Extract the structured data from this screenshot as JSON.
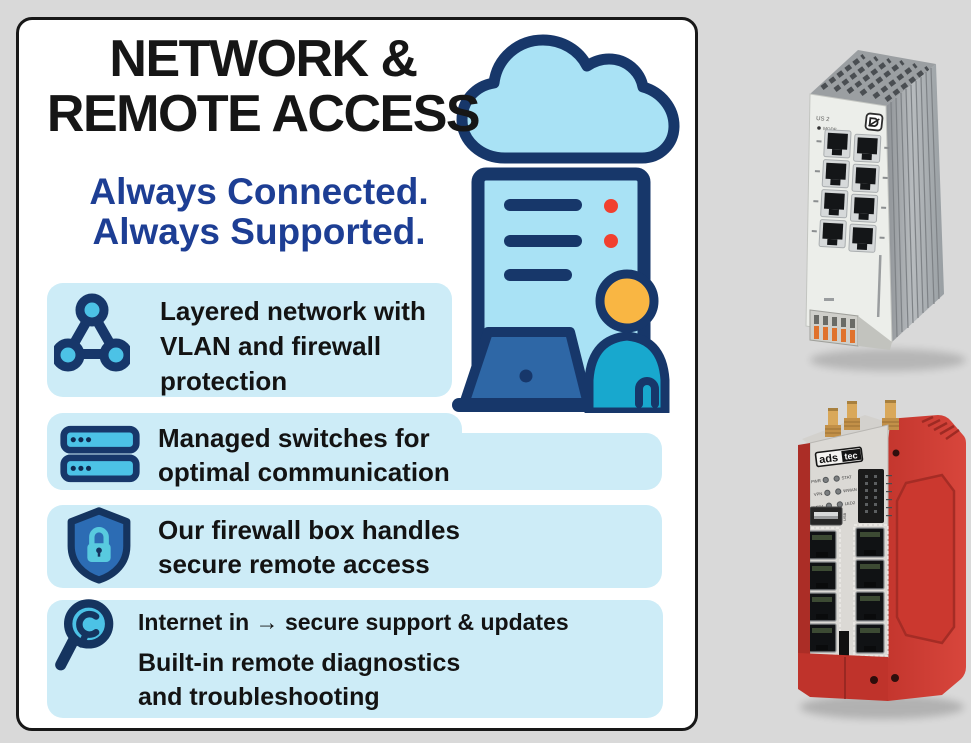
{
  "card": {
    "title": {
      "line1": "NETWORK &",
      "line2": "REMOTE ACCESS"
    },
    "subtitle": {
      "line1": "Always Connected.",
      "line2": "Always Supported."
    },
    "features": [
      {
        "icon": "network-nodes-icon",
        "lines": [
          "Layered network with",
          "VLAN and firewall",
          "protection"
        ]
      },
      {
        "icon": "managed-switch-icon",
        "lines": [
          "Managed switches for",
          "optimal communication"
        ]
      },
      {
        "icon": "shield-lock-icon",
        "lines": [
          "Our firewall box handles",
          "secure remote access"
        ]
      },
      {
        "icon": "diagnostics-magnifier-icon",
        "lines": [
          "Internet in → secure support & updates",
          "Built-in remote diagnostics",
          "and troubleshooting"
        ]
      }
    ],
    "illustration_icons": [
      "cloud-icon",
      "server-panel-icon",
      "laptop-icon",
      "support-person-icon"
    ]
  },
  "devices": {
    "switch": {
      "name": "din-rail-managed-switch-photo",
      "labels": {
        "top": "US 2",
        "mode": "MODE"
      }
    },
    "router": {
      "name": "industrial-firewall-router-photo",
      "logo_ads": "ads",
      "logo_tec": "tec",
      "led_labels": [
        "PWR",
        "STAT",
        "VPN",
        "WWAN",
        "LED1",
        "LED2"
      ],
      "usb_label": "USB"
    }
  },
  "colors": {
    "page_bg": "#d9d9d9",
    "card_bg": "#ffffff",
    "card_border": "#181818",
    "subtitle_blue": "#1d3e94",
    "feature_box_bg": "#cdecf7",
    "navy": "#17376a",
    "cyan": "#4cc2e6",
    "light_cyan": "#a9e2f5",
    "teal": "#18a8ce",
    "orange": "#f9b643",
    "red_dot": "#f1402f",
    "device_red": "#c93a31",
    "brass": "#d9a85a"
  }
}
